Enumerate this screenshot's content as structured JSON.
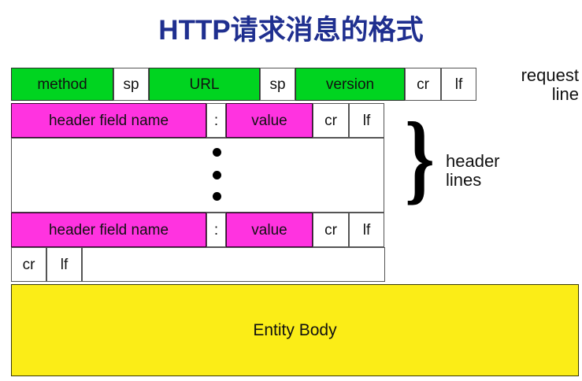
{
  "slide": {
    "title": "HTTP请求消息的格式",
    "title_color": "#1f2f8f",
    "background": "#ffffff"
  },
  "colors": {
    "request_line_fill": "#00d420",
    "header_fill": "#ff33e0",
    "entity_body_fill": "#fbed17",
    "cell_border": "#4a4a4a",
    "blank_fill": "#ffffff"
  },
  "diagram": {
    "request_line": {
      "cells": [
        {
          "label": "method",
          "fill": "green"
        },
        {
          "label": "sp",
          "fill": "white"
        },
        {
          "label": "URL",
          "fill": "green"
        },
        {
          "label": "sp",
          "fill": "white"
        },
        {
          "label": "version",
          "fill": "green"
        },
        {
          "label": "cr",
          "fill": "white"
        },
        {
          "label": "lf",
          "fill": "white"
        }
      ],
      "annotation": "request\nline"
    },
    "header_line_first": {
      "cells": [
        {
          "label": "header field name",
          "fill": "magenta"
        },
        {
          "label": ":",
          "fill": "white"
        },
        {
          "label": "value",
          "fill": "magenta"
        },
        {
          "label": "cr",
          "fill": "white"
        },
        {
          "label": "lf",
          "fill": "white"
        }
      ]
    },
    "continuation": {
      "dots_count": 3,
      "symbol": "•"
    },
    "header_line_last": {
      "cells": [
        {
          "label": "header field name",
          "fill": "magenta"
        },
        {
          "label": ":",
          "fill": "white"
        },
        {
          "label": "value",
          "fill": "magenta"
        },
        {
          "label": "cr",
          "fill": "white"
        },
        {
          "label": "lf",
          "fill": "white"
        }
      ],
      "annotation": "header\nlines",
      "brace": "}"
    },
    "blank_line": {
      "cells": [
        {
          "label": "cr",
          "fill": "white"
        },
        {
          "label": "lf",
          "fill": "white"
        },
        {
          "label": "",
          "fill": "white"
        }
      ]
    },
    "entity_body": {
      "label": "Entity Body",
      "fill": "yellow"
    }
  }
}
